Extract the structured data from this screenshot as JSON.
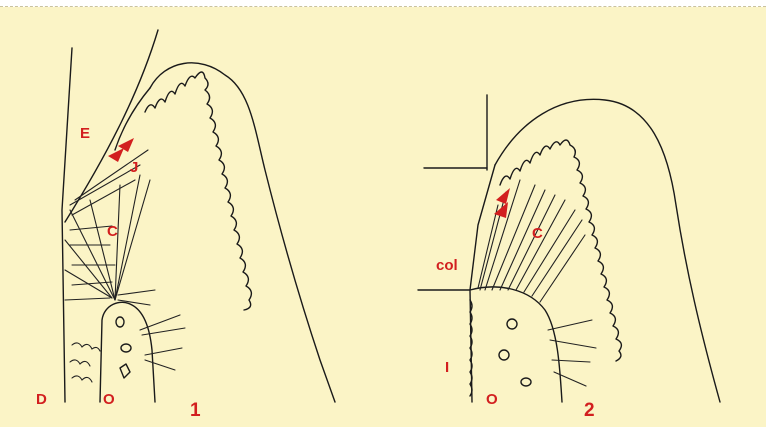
{
  "figure1": {
    "number": "1",
    "labels": {
      "E": "E",
      "J": "J",
      "C": "C",
      "D": "D",
      "O": "O"
    }
  },
  "figure2": {
    "number": "2",
    "labels": {
      "col": "col",
      "C": "C",
      "I": "I",
      "O": "O"
    }
  },
  "colors": {
    "background": "#fbf4c6",
    "ink": "#1a1a1a",
    "label": "#d21f1f",
    "arrow": "#d21f1f"
  }
}
